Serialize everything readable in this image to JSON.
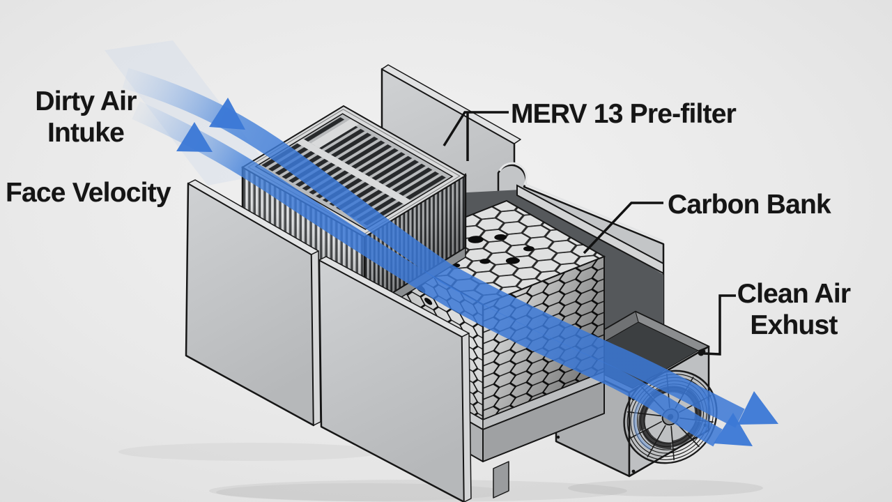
{
  "diagram": {
    "labels": {
      "dirty_air_line1": "Dirty Air",
      "dirty_air_line2": "Intuke",
      "face_velocity": "Face Velocity",
      "prefilter": "MERV 13 Pre-filter",
      "carbon_bank": "Carbon Bank",
      "clean_air_line1": "Clean Air",
      "clean_air_line2": "Exhust"
    },
    "colors": {
      "airflow_blue": "#3b78d6",
      "text": "#151515",
      "background": "#e9e9e9",
      "outline": "#161616",
      "metal_gray": "#c0c2c4"
    }
  }
}
